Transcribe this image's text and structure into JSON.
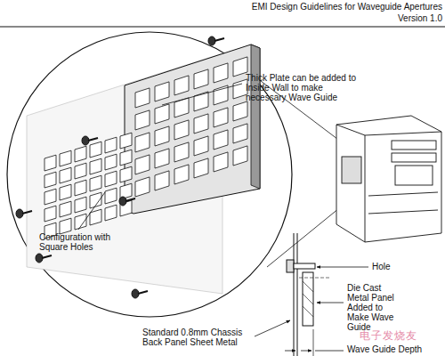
{
  "diagram": {
    "title": "EMI Design Guidelines for Waveguide Apertures",
    "labels": [
      "Version 1.0",
      "Thick Plate can be added to Inside Wall to make necessary Wave Guide",
      "Configuration with Square Holes",
      "Hole",
      "Die Cast Metal Panel Added to Make Wave Guide",
      "Standard 0.8mm Chassis Back Panel Sheet Metal",
      "Wave Guide Depth",
      "电子发烧友"
    ]
  }
}
